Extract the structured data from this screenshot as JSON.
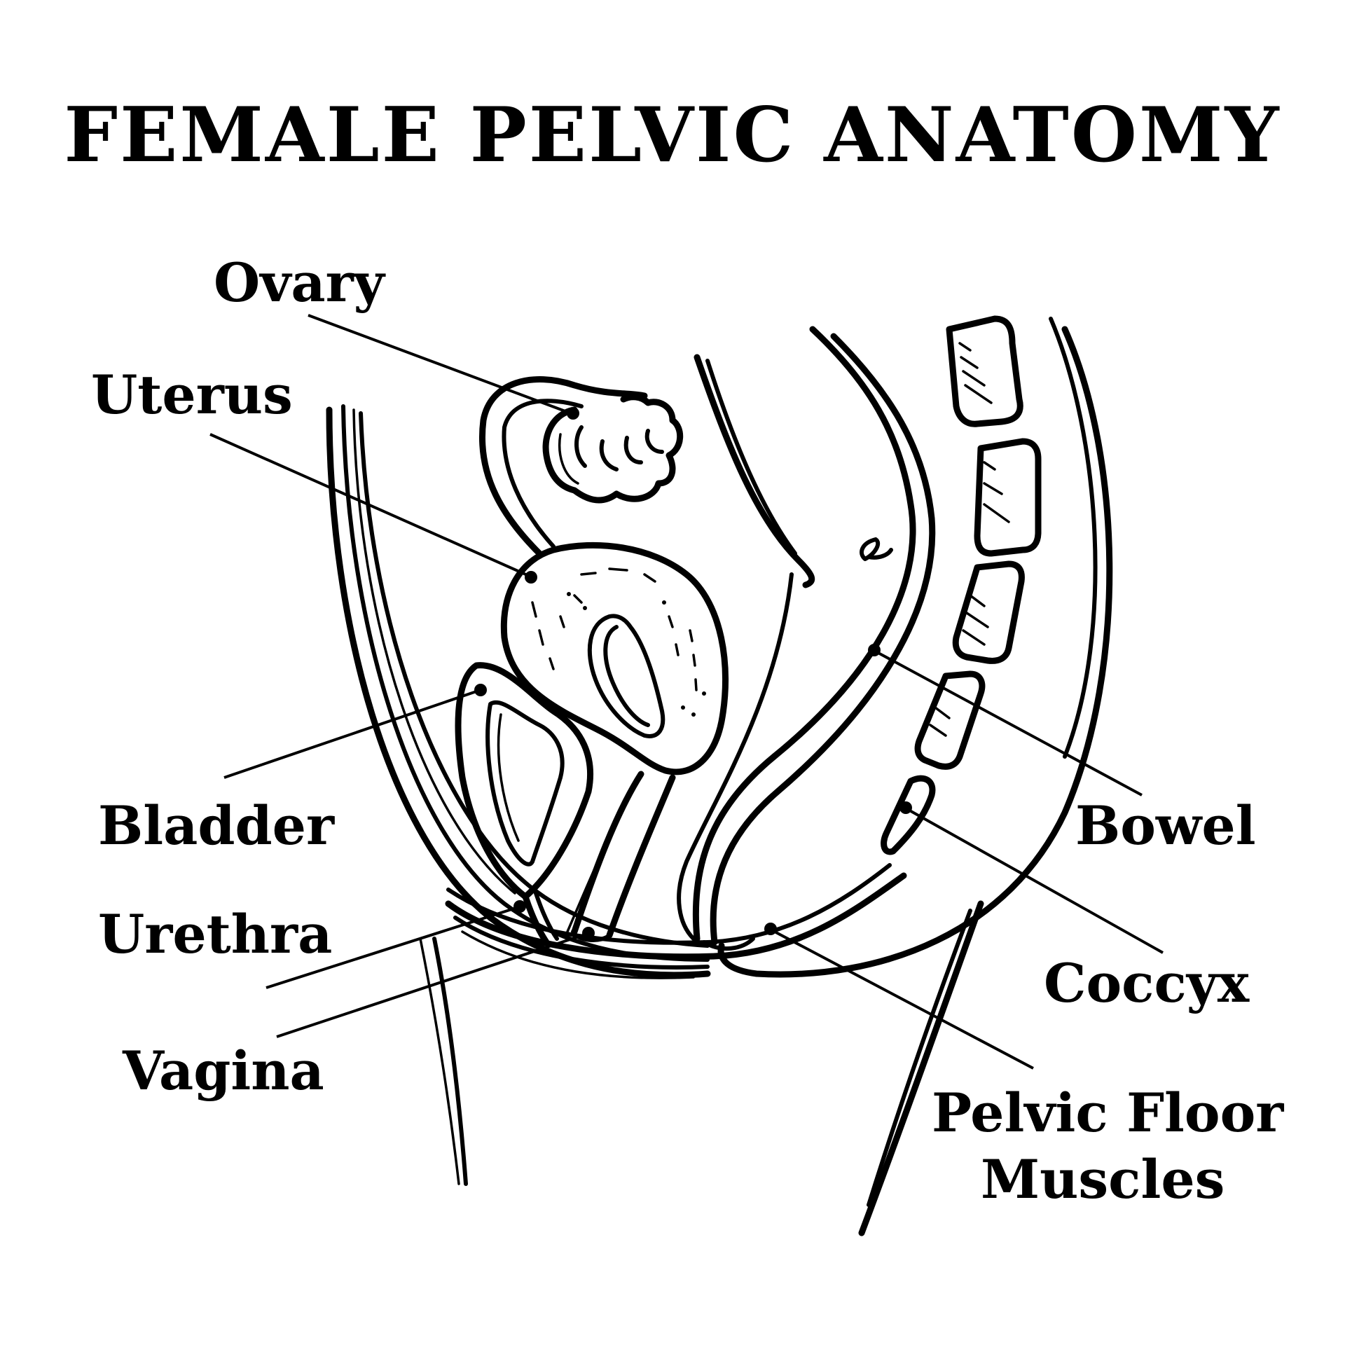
{
  "title": "FEMALE PELVIC ANATOMY",
  "labels": {
    "ovary": "Ovary",
    "uterus": "Uterus",
    "bladder": "Bladder",
    "urethra": "Urethra",
    "vagina": "Vagina",
    "bowel": "Bowel",
    "coccyx": "Coccyx",
    "pelvic_floor_line1": "Pelvic Floor",
    "pelvic_floor_line2": "Muscles"
  },
  "colors": {
    "ink": "#000000",
    "background": "#ffffff"
  }
}
